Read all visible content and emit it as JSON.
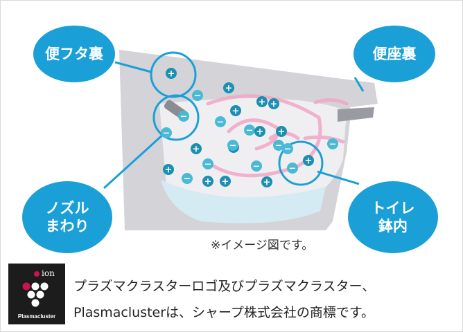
{
  "labels": {
    "lid_back": "便フタ裏",
    "seat_back": "便座裏",
    "nozzle": "ノズル\nまわり",
    "bowl": "トイレ\n鉢内"
  },
  "note": "※イメージ図です。",
  "logo": {
    "ion": "ion",
    "brand": "Plasmacluster"
  },
  "trademark": {
    "line1": "プラズマクラスターロゴ及びプラズマクラスター、",
    "line2": "Plasmaclusterは、シャープ株式会社の商標です。"
  },
  "ions": {
    "plus": "+",
    "minus": "−"
  },
  "colors": {
    "accent": "#1aa0d6",
    "ion_plus": "#1c8fb0",
    "ion_minus": "#49b9d6",
    "flow_arrow": "#f0a5c4",
    "toilet_body": "#d5d5da",
    "water": "#d6ecf5"
  }
}
